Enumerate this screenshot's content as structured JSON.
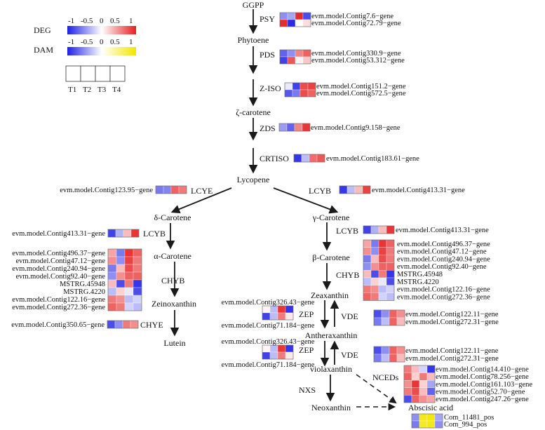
{
  "legend": {
    "deg_label": "DEG",
    "dam_label": "DAM",
    "deg_ticks": [
      "-1",
      "-0.5",
      "0",
      "0.5",
      "1"
    ],
    "dam_ticks": [
      "-1",
      "-0.5",
      "0",
      "0.5",
      "1"
    ],
    "timepoints": [
      "T1",
      "T2",
      "T3",
      "T4"
    ],
    "colors": {
      "negative": "#1f1fe6",
      "zero": "#ffffff",
      "deg_positive": "#e61f1f",
      "dam_positive": "#f2e600"
    }
  },
  "metabolites": {
    "ggpp": "GGPP",
    "phytoene": "Phytoene",
    "zeta_carotene": "ζ-carotene",
    "lycopene": "Lycopene",
    "delta_carotene": "δ-Carotene",
    "gamma_carotene": "γ-Carotene",
    "alpha_carotene": "α-Carotene",
    "beta_carotene": "β-Carotene",
    "zeinoxanthin": "Zeinoxanthin",
    "zeaxanthin": "Zeaxanthin",
    "lutein": "Lutein",
    "antheraxanthin": "Antheraxanthin",
    "violaxanthin": "violaxanthin",
    "neoxanthin": "Neoxanthin",
    "abscisic_acid": "Abscisic acid"
  },
  "enzymes": {
    "psy": "PSY",
    "pds": "PDS",
    "ziso": "Z-ISO",
    "zds": "ZDS",
    "crtiso": "CRTISO",
    "lcye": "LCYE",
    "lcyb_top": "LCYB",
    "lcyb_left": "LCYB",
    "lcyb_right": "LCYB",
    "chyb_left": "CHYB",
    "chyb_right": "CHYB",
    "chye": "CHYE",
    "zep1": "ZEP",
    "zep2": "ZEP",
    "vde1": "VDE",
    "vde2": "VDE",
    "nxs": "NXS",
    "nceds": "NCEDs"
  },
  "heatmaps": {
    "psy": {
      "genes": [
        "evm.model.Contig7.6−gene",
        "evm.model.Contig72.79−gene"
      ],
      "values": [
        [
          -0.5,
          -0.4,
          0.95,
          -0.8
        ],
        [
          0.95,
          -0.95,
          0.0,
          0.15
        ]
      ]
    },
    "pds": {
      "genes": [
        "evm.model.Contig330.9−gene",
        "evm.model.Contig53.312−gene"
      ],
      "values": [
        [
          -0.7,
          -0.5,
          0.55,
          0.7
        ],
        [
          -0.85,
          0.75,
          0.05,
          0.25
        ]
      ]
    },
    "ziso": {
      "genes": [
        "evm.model.Contig151.2−gene",
        "evm.model.Contig572.5−gene"
      ],
      "values": [
        [
          -0.1,
          -0.85,
          0.8,
          0.85
        ],
        [
          -0.75,
          -0.6,
          0.8,
          0.7
        ]
      ]
    },
    "zds": {
      "genes": [
        "evm.model.Contig9.158−gene"
      ],
      "values": [
        [
          -0.45,
          -0.7,
          0.55,
          0.9
        ]
      ]
    },
    "crtiso": {
      "genes": [
        "evm.model.Contig183.61−gene"
      ],
      "values": [
        [
          -0.9,
          -0.3,
          0.65,
          0.75
        ]
      ]
    },
    "lcye": {
      "genes": [
        "evm.model.Contig123.95−gene"
      ],
      "values": [
        [
          -0.6,
          -0.55,
          0.7,
          0.6
        ]
      ]
    },
    "lcyb_top": {
      "genes": [
        "evm.model.Contig413.31−gene"
      ],
      "values": [
        [
          -0.9,
          -0.3,
          0.3,
          0.85
        ]
      ]
    },
    "lcyb_left": {
      "genes": [
        "evm.model.Contig413.31−gene"
      ],
      "values": [
        [
          -0.85,
          -0.35,
          0.3,
          0.9
        ]
      ]
    },
    "lcyb_right": {
      "genes": [
        "evm.model.Contig413.31−gene"
      ],
      "values": [
        [
          -0.85,
          -0.35,
          0.3,
          0.9
        ]
      ]
    },
    "chyb_left": {
      "genes": [
        "evm.model.Contig496.37−gene",
        "evm.model.Contig47.12−gene",
        "evm.model.Contig240.94−gene",
        "evm.model.Contig92.40−gene",
        "MSTRG.45948",
        "MSTRG.4220",
        "evm.model.Contig122.16−gene",
        "evm.model.Contig272.36−gene"
      ],
      "values": [
        [
          0.4,
          -0.6,
          0.9,
          0.7
        ],
        [
          0.5,
          -0.5,
          0.85,
          0.6
        ],
        [
          -0.6,
          0.3,
          0.8,
          0.6
        ],
        [
          -0.5,
          0.5,
          0.7,
          0.7
        ],
        [
          0.3,
          -0.8,
          0.6,
          -0.9
        ],
        [
          -0.3,
          0.2,
          -0.1,
          -0.8
        ],
        [
          0.6,
          0.5,
          -0.3,
          -0.2
        ],
        [
          0.7,
          0.6,
          -0.2,
          -0.3
        ]
      ]
    },
    "chyb_right": {
      "genes": [
        "evm.model.Contig496.37−gene",
        "evm.model.Contig47.12−gene",
        "evm.model.Contig240.94−gene",
        "evm.model.Contig92.40−gene",
        "MSTRG.45948",
        "MSTRG.4220",
        "evm.model.Contig122.16−gene",
        "evm.model.Contig272.36−gene"
      ],
      "values": [
        [
          0.4,
          -0.6,
          0.9,
          0.7
        ],
        [
          0.5,
          -0.5,
          0.85,
          0.6
        ],
        [
          -0.6,
          0.3,
          0.8,
          0.6
        ],
        [
          -0.5,
          0.5,
          0.7,
          0.7
        ],
        [
          0.3,
          -0.8,
          0.6,
          -0.9
        ],
        [
          -0.3,
          0.2,
          -0.1,
          -0.8
        ],
        [
          0.6,
          0.5,
          -0.3,
          -0.2
        ],
        [
          0.7,
          0.6,
          -0.2,
          -0.3
        ]
      ]
    },
    "chye": {
      "genes": [
        "evm.model.Contig350.65−gene"
      ],
      "values": [
        [
          -0.8,
          -0.5,
          0.6,
          0.5
        ]
      ]
    },
    "zep1": {
      "genes": [
        "evm.model.Contig326.43−gene",
        "evm.model.Contig71.184−gene"
      ],
      "values": [
        [
          0.05,
          -0.3,
          0.9,
          -0.9
        ],
        [
          -0.85,
          -0.3,
          0.6,
          0.1
        ]
      ]
    },
    "zep2": {
      "genes": [
        "evm.model.Contig326.43−gene",
        "evm.model.Contig71.184−gene"
      ],
      "values": [
        [
          0.05,
          -0.3,
          0.9,
          -0.9
        ],
        [
          -0.85,
          -0.3,
          0.6,
          0.1
        ]
      ]
    },
    "vde1": {
      "genes": [
        "evm.model.Contig122.11−gene",
        "evm.model.Contig272.31−gene"
      ],
      "values": [
        [
          -0.8,
          -0.5,
          0.7,
          0.5
        ],
        [
          -0.6,
          -0.3,
          0.7,
          0.3
        ]
      ]
    },
    "vde2": {
      "genes": [
        "evm.model.Contig122.11−gene",
        "evm.model.Contig272.31−gene"
      ],
      "values": [
        [
          -0.8,
          -0.5,
          0.7,
          0.5
        ],
        [
          -0.6,
          -0.3,
          0.7,
          0.3
        ]
      ]
    },
    "nceds": {
      "genes": [
        "evm.model.Contig14.410−gene",
        "evm.model.Contig78.256−gene",
        "evm.model.Contig161.103−gene",
        "evm.model.Contig52.70−gene",
        "evm.model.Contig247.26−gene"
      ],
      "values": [
        [
          0.6,
          0.3,
          -0.2,
          -0.9
        ],
        [
          0.7,
          0.2,
          0.6,
          0.3
        ],
        [
          0.5,
          0.9,
          0.2,
          -0.4
        ],
        [
          0.6,
          0.8,
          0.3,
          -0.7
        ],
        [
          -0.8,
          0.7,
          0.5,
          0.4
        ]
      ]
    },
    "aba": {
      "type": "DAM",
      "genes": [
        "Com_11481_pos",
        "Com_994_pos"
      ],
      "values": [
        [
          -0.5,
          0.9,
          0.95,
          -0.4
        ],
        [
          -0.6,
          0.85,
          0.9,
          -0.5
        ]
      ]
    }
  }
}
